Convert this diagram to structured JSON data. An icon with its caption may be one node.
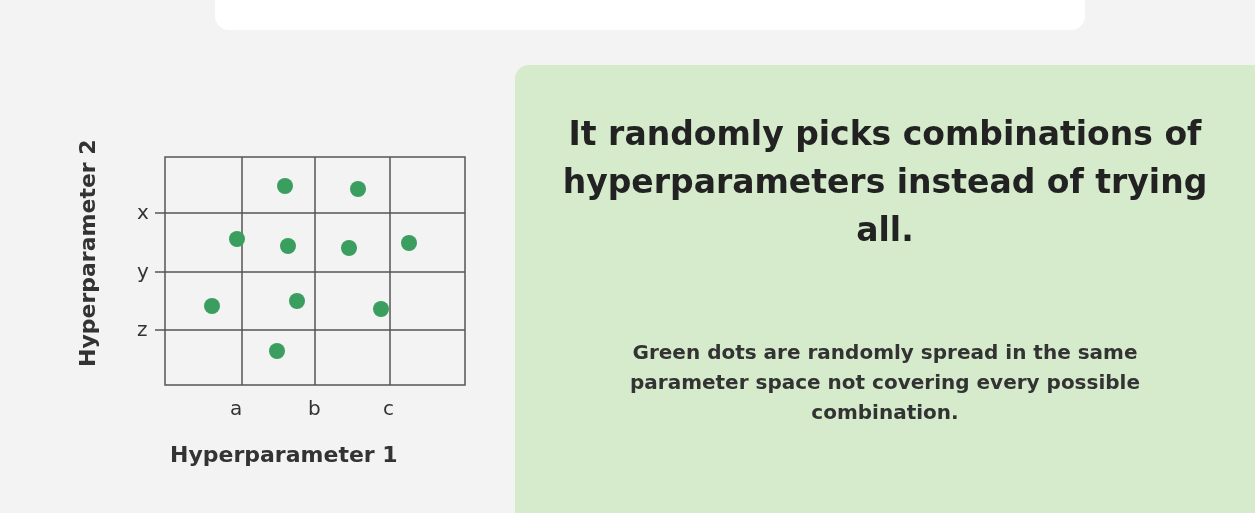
{
  "diagram": {
    "nodes": [
      {
        "text": [
          "It randomly picks combinations of hyperparameters instead of trying all.",
          "Green dots are randomly spread in the same parameter space not covering every possible combination."
        ]
      }
    ],
    "labels": [
      "Hyperparameter 2",
      "x",
      "y",
      "z",
      "a",
      "b",
      "c",
      "Hyperparameter 1"
    ]
  }
}
